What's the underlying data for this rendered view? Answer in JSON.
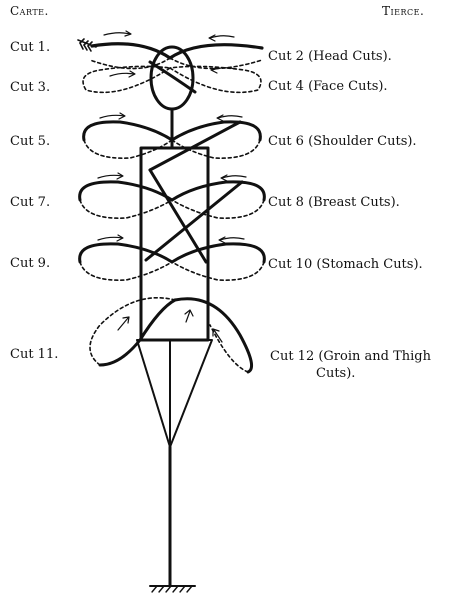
{
  "headers": {
    "left": "Carte.",
    "right": "Tierce."
  },
  "cuts_left": [
    {
      "label": "Cut 1."
    },
    {
      "label": "Cut 3."
    },
    {
      "label": "Cut 5."
    },
    {
      "label": "Cut 7."
    },
    {
      "label": "Cut 9."
    },
    {
      "label": "Cut 11."
    }
  ],
  "cuts_right": [
    {
      "label": "Cut 2 (Head Cuts)."
    },
    {
      "label": "Cut 4 (Face Cuts)."
    },
    {
      "label": "Cut 6 (Shoulder Cuts)."
    },
    {
      "label": "Cut 8 (Breast Cuts)."
    },
    {
      "label": "Cut 10 (Stomach Cuts)."
    },
    {
      "label_line1": "Cut  12  (Groin  and  Thigh",
      "label_line2": "Cuts)."
    }
  ],
  "colors": {
    "ink": "#111111",
    "background": "#ffffff"
  },
  "icons": {
    "arrow_tail": "fletched-arrow-icon",
    "ground": "hatched-ground-icon"
  }
}
